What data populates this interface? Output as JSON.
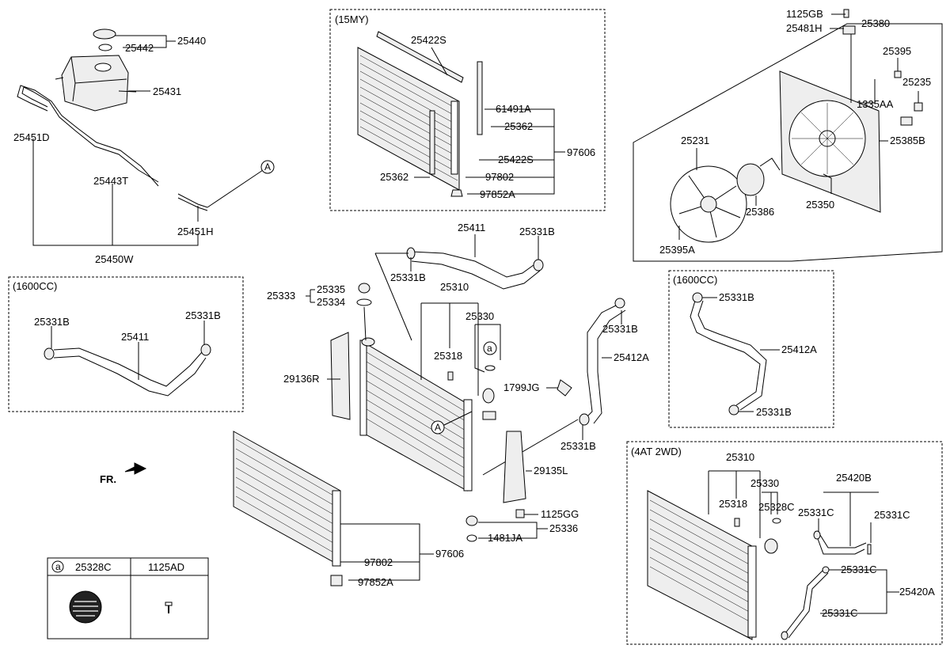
{
  "labels": {
    "p25440": "25440",
    "p25442": "25442",
    "p25431": "25431",
    "p25451D": "25451D",
    "p25443T": "25443T",
    "p25451H": "25451H",
    "p25450W": "25450W",
    "callout_A_1": "A",
    "box_15my_title": "(15MY)",
    "p25422S_top": "25422S",
    "p61491A": "61491A",
    "p25362_r": "25362",
    "p97606_top": "97606",
    "p25422S_mid": "25422S",
    "p25362_l": "25362",
    "p97802_top": "97802",
    "p97852A_top": "97852A",
    "p1125GB": "1125GB",
    "p25481H": "25481H",
    "p25380": "25380",
    "p25395": "25395",
    "p25235": "25235",
    "p1335AA": "1335AA",
    "p25385B": "25385B",
    "p25231": "25231",
    "p25386": "25386",
    "p25350": "25350",
    "p25395A": "25395A",
    "box_1600_l_title": "(1600CC)",
    "p25331B_l1": "25331B",
    "p25331B_l2": "25331B",
    "p25411_l": "25411",
    "p25411": "25411",
    "p25331B_c1": "25331B",
    "p25331B_c2": "25331B",
    "p25333": "25333",
    "p25335": "25335",
    "p25334": "25334",
    "p25310": "25310",
    "p25330": "25330",
    "p25318": "25318",
    "callout_a": "a",
    "p29136R": "29136R",
    "p1799JG": "1799JG",
    "p25331B_c3": "25331B",
    "p25412A": "25412A",
    "callout_A_2": "A",
    "p25331B_c4": "25331B",
    "p29135L": "29135L",
    "p1125GG": "1125GG",
    "p25336": "25336",
    "p1481JA": "1481JA",
    "p97606": "97606",
    "p97802": "97802",
    "p97852A": "97852A",
    "fr": "FR.",
    "box_1600_r_title": "(1600CC)",
    "p25331B_r1": "25331B",
    "p25412A_r": "25412A",
    "p25331B_r2": "25331B",
    "box_4at_title": "(4AT 2WD)",
    "p25310_r": "25310",
    "p25330_r": "25330",
    "p25318_r": "25318",
    "p25328C_r": "25328C",
    "p25420B": "25420B",
    "p25331C_1": "25331C",
    "p25331C_2": "25331C",
    "p25331C_3": "25331C",
    "p25420A": "25420A",
    "p25331C_4": "25331C"
  },
  "legend_table": {
    "circle_letter": "a",
    "col1_header": "25328C",
    "col2_header": "1125AD"
  }
}
